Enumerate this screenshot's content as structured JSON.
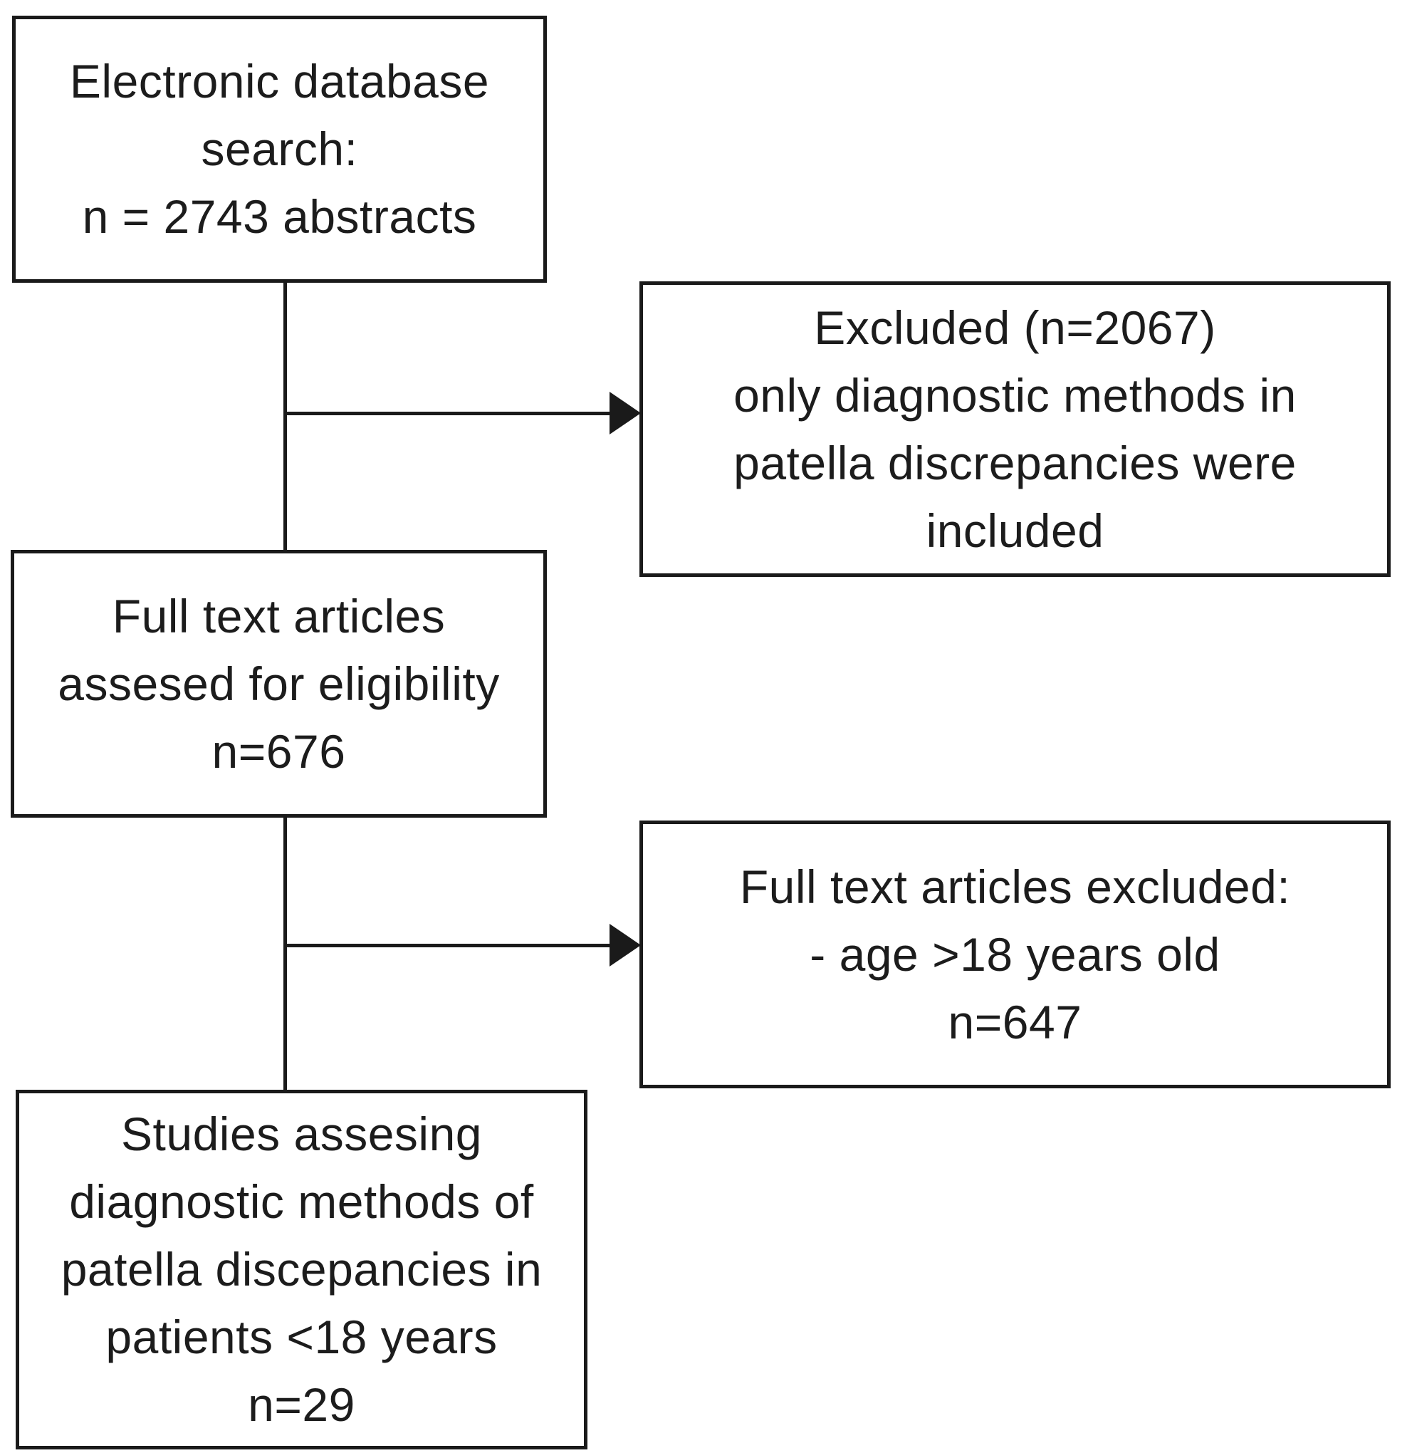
{
  "figure": {
    "type": "flowchart",
    "description": "Study selection flow diagram",
    "background_color": "#ffffff",
    "line_color": "#1a1a1a",
    "text_color": "#1c1c1c"
  },
  "boxes": {
    "database_search": {
      "text": "Electronic database\nsearch:\nn = 2743 abstracts",
      "n": 2743
    },
    "excluded_abstracts": {
      "text": "Excluded (n=2067)\nonly diagnostic methods in\npatella discrepancies were\nincluded",
      "n": 2067
    },
    "fulltext_eligibility": {
      "text": "Full text articles\nassesed for eligibility\nn=676",
      "n": 676
    },
    "fulltext_excluded": {
      "text": "Full text articles excluded:\n- age >18 years old\nn=647",
      "n": 647
    },
    "studies_included": {
      "text": "Studies assesing\ndiagnostic methods of\npatella discepancies in\npatients <18 years\nn=29",
      "n": 29
    }
  },
  "edges": [
    {
      "from": "database_search",
      "to": "fulltext_eligibility",
      "style": "vertical-line"
    },
    {
      "from": "database_search",
      "to": "excluded_abstracts",
      "style": "arrow-right"
    },
    {
      "from": "fulltext_eligibility",
      "to": "studies_included",
      "style": "vertical-line"
    },
    {
      "from": "fulltext_eligibility",
      "to": "fulltext_excluded",
      "style": "arrow-right"
    }
  ]
}
